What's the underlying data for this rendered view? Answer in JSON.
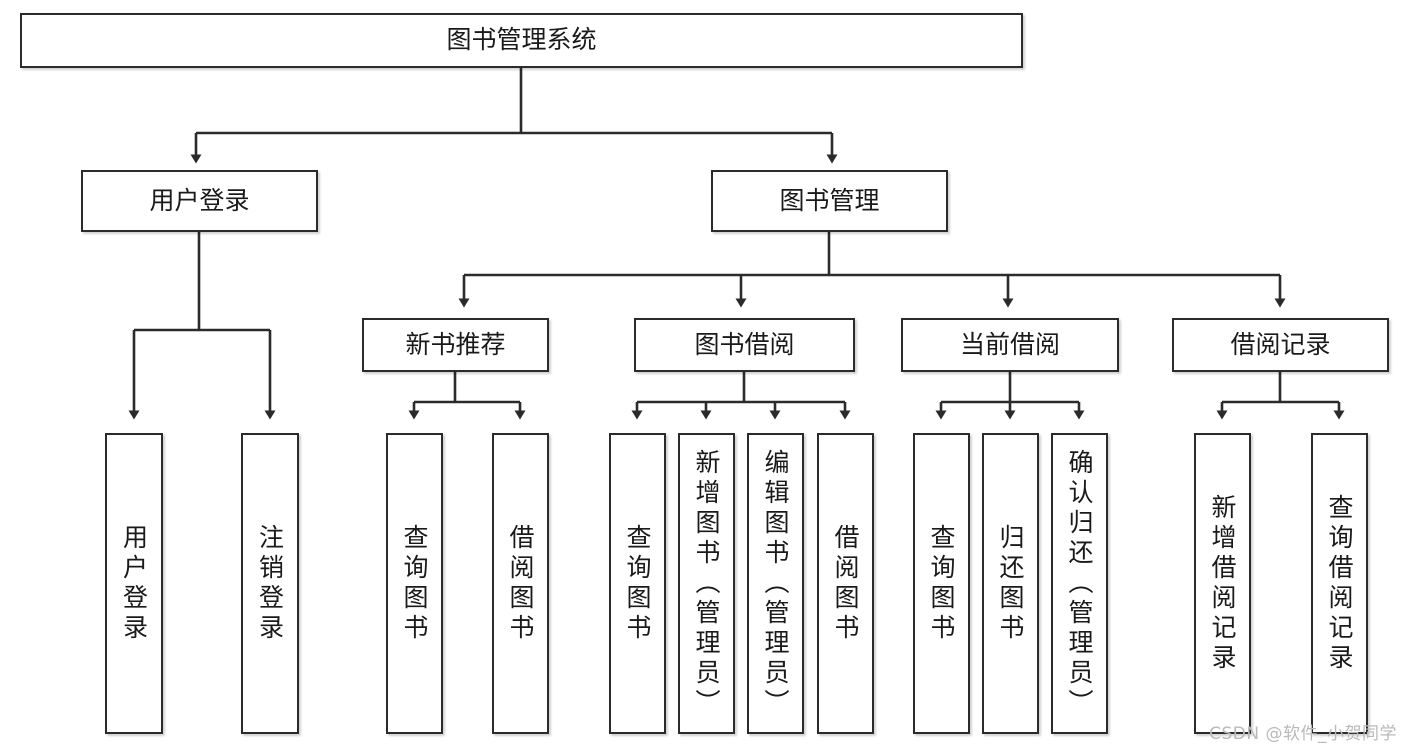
{
  "diagram": {
    "title": "图书管理系统",
    "type": "tree-diagram",
    "watermark": "CSDN @软件_小贺同学",
    "colors": {
      "box_border": "#2b2b2b",
      "box_fill": "#ffffff",
      "edge": "#333333",
      "text": "#1a1a1a",
      "watermark": "#b9b9b9",
      "background": "#ffffff"
    },
    "nodes": {
      "root": {
        "label": "图书管理系统"
      },
      "level2": [
        {
          "label": "用户登录"
        },
        {
          "label": "图书管理"
        }
      ],
      "level3": [
        {
          "label": "新书推荐"
        },
        {
          "label": "图书借阅"
        },
        {
          "label": "当前借阅"
        },
        {
          "label": "借阅记录"
        }
      ],
      "leaves": {
        "user_login": [
          {
            "label": "用户登录"
          },
          {
            "label": "注销登录"
          }
        ],
        "new_book_recommend": [
          {
            "label": "查询图书"
          },
          {
            "label": "借阅图书"
          }
        ],
        "book_borrow": [
          {
            "label": "查询图书"
          },
          {
            "label": "新增图书（管理员）"
          },
          {
            "label": "编辑图书（管理员）"
          },
          {
            "label": "借阅图书"
          }
        ],
        "current_borrow": [
          {
            "label": "查询图书"
          },
          {
            "label": "归还图书"
          },
          {
            "label": "确认归还（管理员）"
          }
        ],
        "borrow_record": [
          {
            "label": "新增借阅记录"
          },
          {
            "label": "查询借阅记录"
          }
        ]
      }
    }
  }
}
